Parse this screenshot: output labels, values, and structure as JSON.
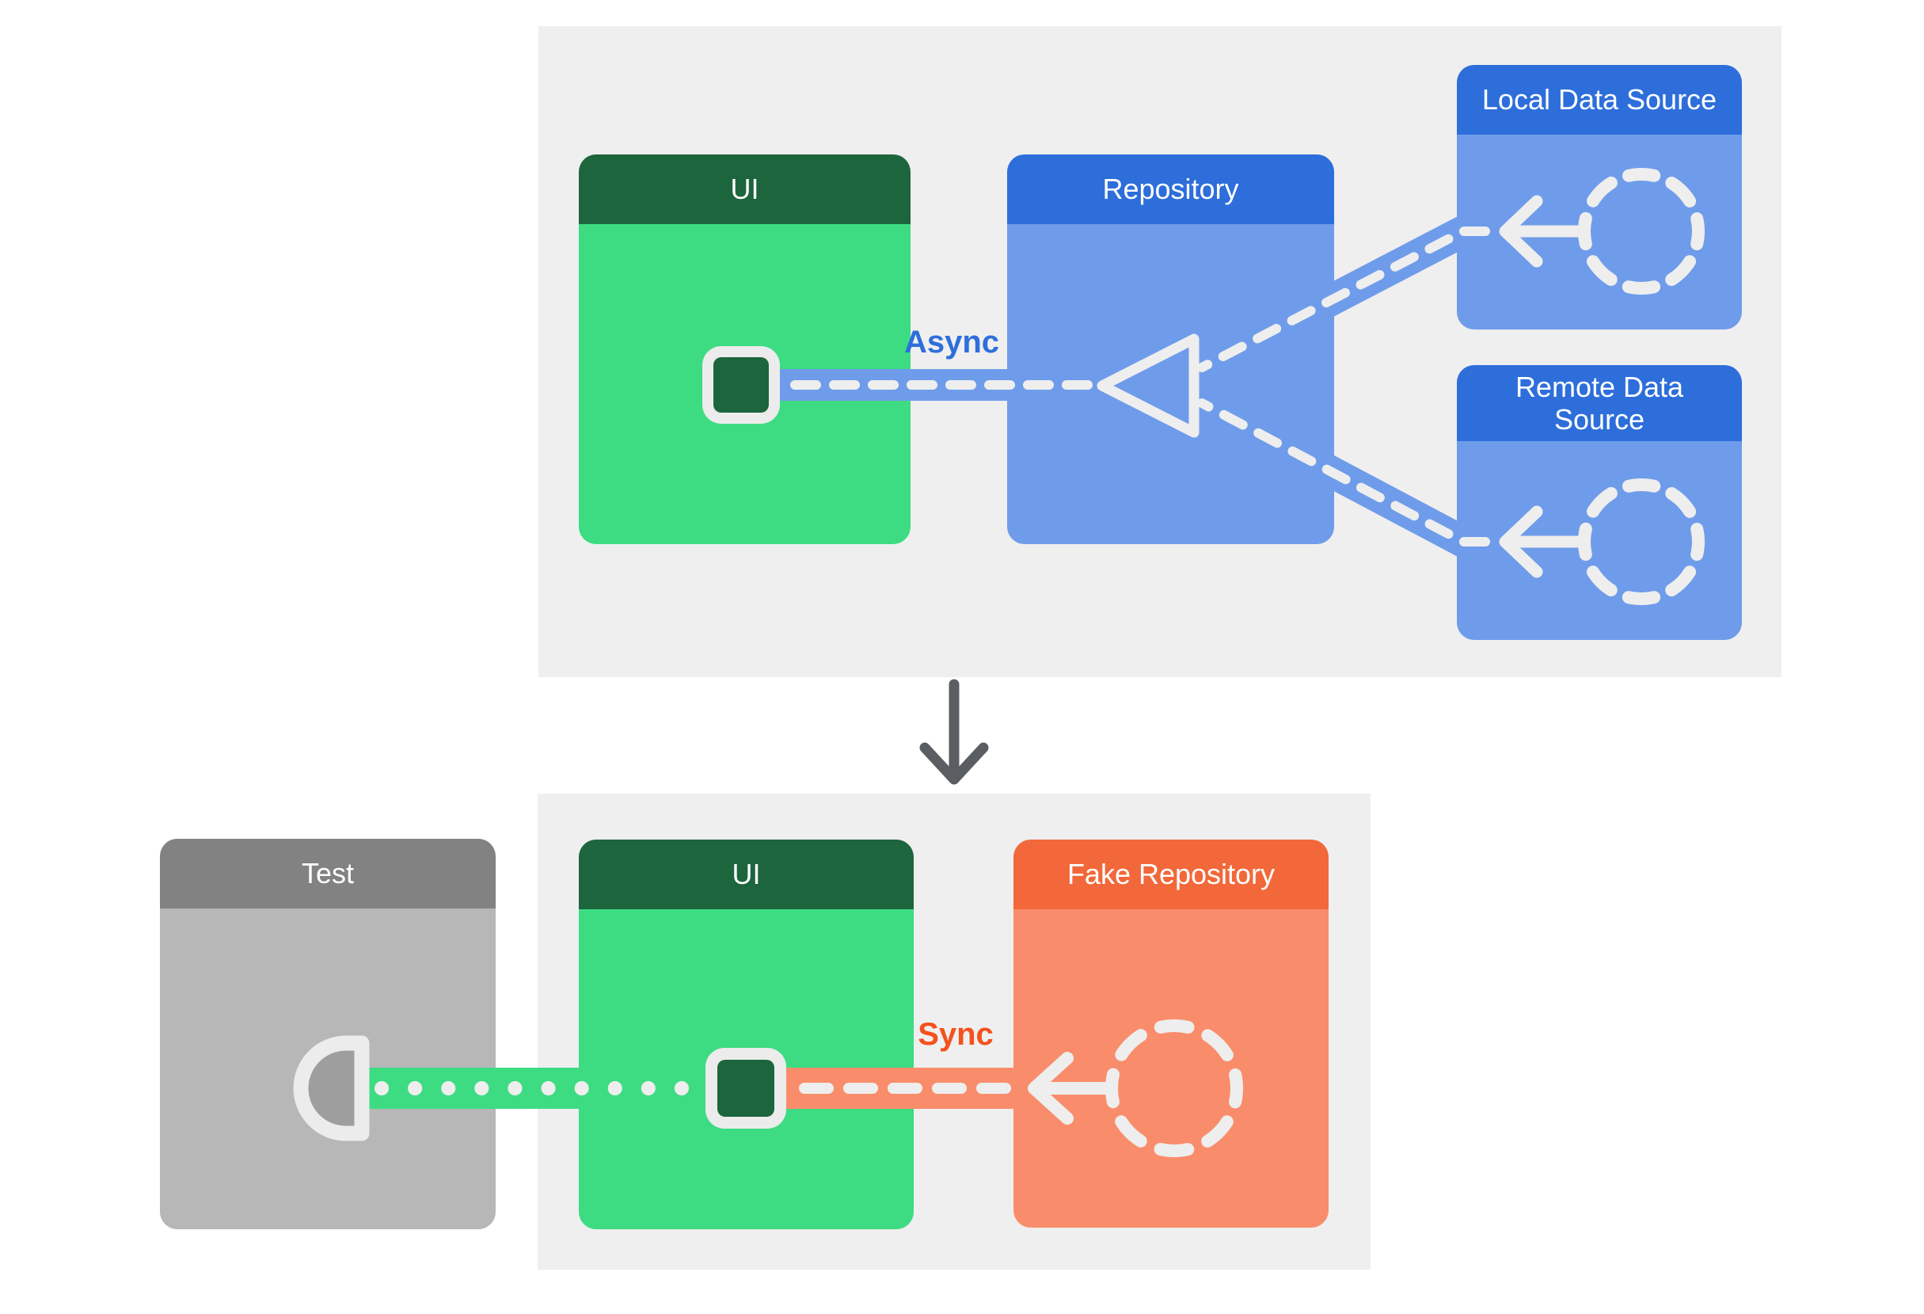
{
  "diagram": {
    "production_view": {
      "ui": {
        "title": "UI"
      },
      "repository": {
        "title": "Repository"
      },
      "local_data_source": {
        "title": "Local Data Source"
      },
      "remote_data_source": {
        "title": "Remote Data Source"
      },
      "connection_label": "Async"
    },
    "test_view": {
      "test": {
        "title": "Test"
      },
      "ui": {
        "title": "UI"
      },
      "fake_repository": {
        "title": "Fake Repository"
      },
      "connection_label": "Sync"
    },
    "colors": {
      "ui_header_green": "#1D653D",
      "ui_body_green": "#3DDC83",
      "repository_header_blue": "#2D6EDB",
      "repository_body_blue": "#6F9CEA",
      "fake_repository_header_orange": "#F2683A",
      "fake_repository_body_orange": "#F98D6B",
      "test_header_gray": "#828282",
      "test_body_gray": "#B7B7B7",
      "async_label_blue": "#2D6EDB",
      "sync_label_orange": "#F4511E",
      "panel_background": "#EFEFEF",
      "connector_white": "#EEEEEE",
      "down_arrow_gray": "#5A5E62"
    }
  }
}
